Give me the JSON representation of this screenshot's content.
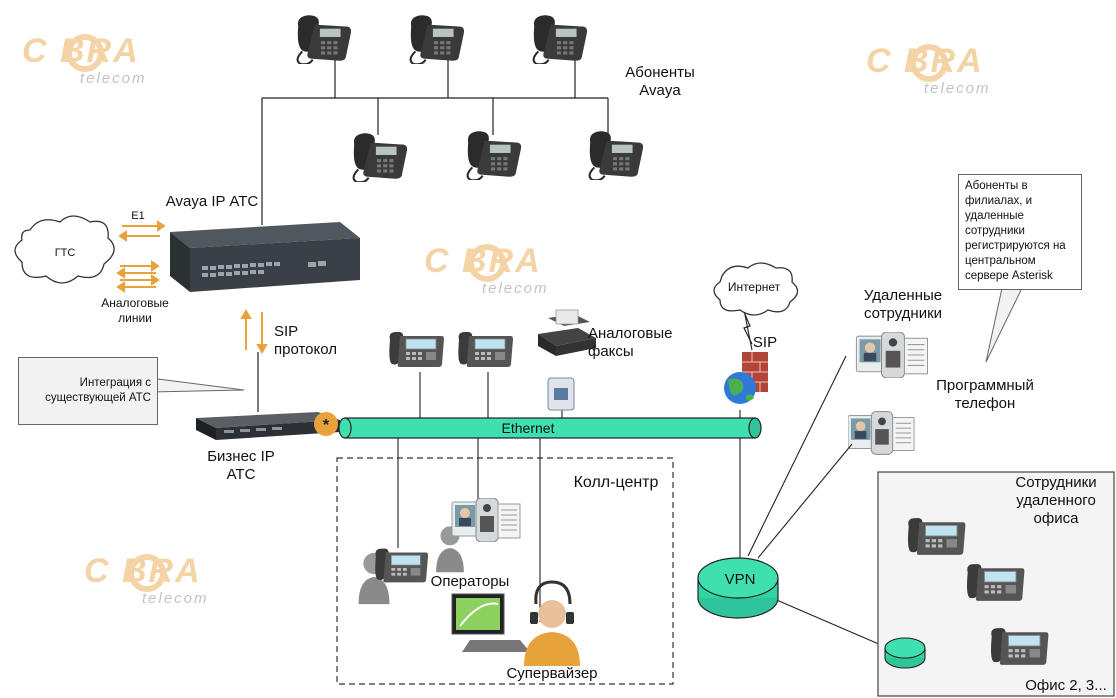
{
  "colors": {
    "accent_orange": "#e8a23c",
    "ethernet_green": "#3fe0b0",
    "vpn_green": "#2fd6a0",
    "line": "#222222",
    "logo_gray": "#7a7a7a"
  },
  "logos": {
    "brand_text": "C  BRA",
    "brand_sub": "telecom"
  },
  "labels": {
    "avaya_subscribers": "Абоненты\nAvaya",
    "avaya_pbx": "Avaya IP АТС",
    "pstn": "ГТС",
    "e1": "E1",
    "analog_lines": "Аналоговые\nлинии",
    "sip_protocol": "SIP\nпротокол",
    "business_pbx": "Бизнес IP\nАТС",
    "ethernet": "Ethernet",
    "analog_faxes": "Аналоговые\nфаксы",
    "internet": "Интернет",
    "sip": "SIP",
    "remote_employees": "Удаленные\nсотрудники",
    "softphone": "Программный\nтелефон",
    "call_center": "Колл-центр",
    "operators": "Операторы",
    "supervisor": "Супервайзер",
    "vpn": "VPN",
    "remote_office_staff": "Сотрудники\nудаленного\nофиса",
    "office_n": "Офис 2, 3..."
  },
  "callouts": {
    "integration": "Интеграция с\nсуществующей АТС",
    "branches": "Абоненты в\nфилиалах, и\nудаленные\nсотрудники\nрегистрируются на\nцентральном\nсервере Asterisk"
  }
}
